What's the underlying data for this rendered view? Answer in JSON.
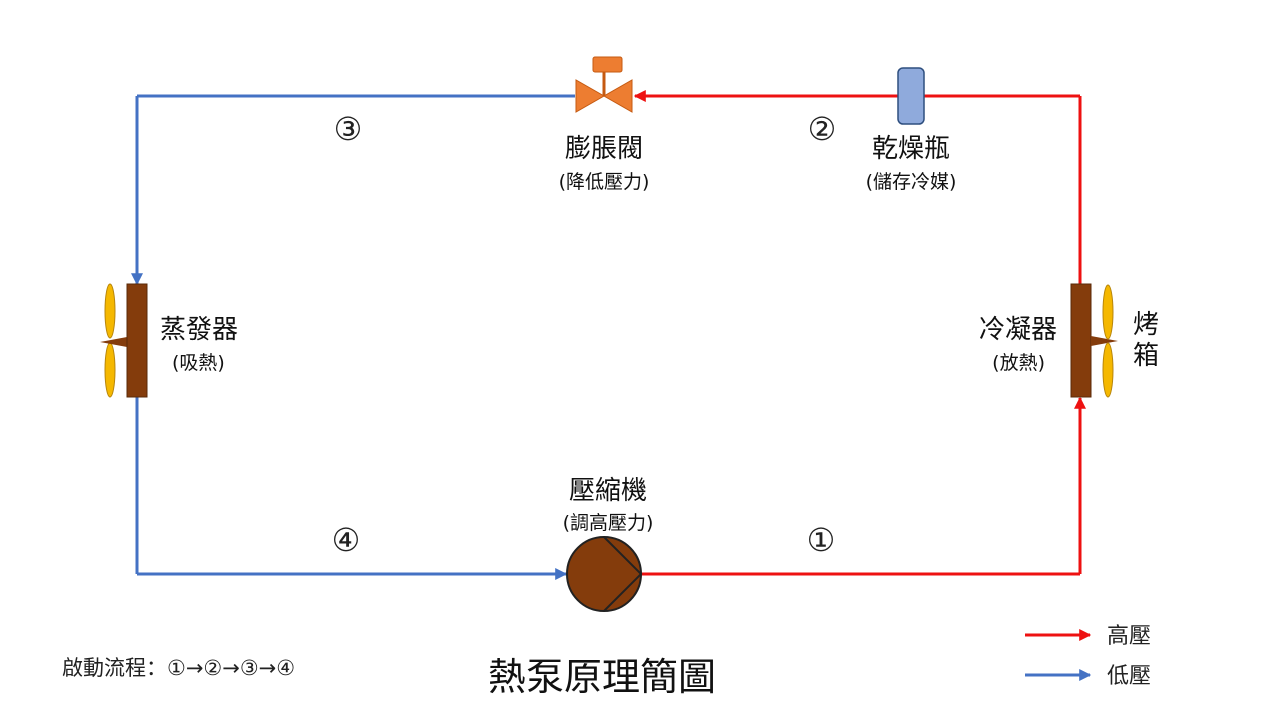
{
  "title": "熱泵原理簡圖",
  "startup_sequence": "啟動流程：①→②→③→④",
  "components": {
    "expansion_valve": {
      "name": "膨脹閥",
      "note": "(降低壓力)"
    },
    "dryer": {
      "name": "乾燥瓶",
      "note": "(儲存冷媒)"
    },
    "evaporator": {
      "name": "蒸發器",
      "note": "(吸熱)"
    },
    "condenser": {
      "name": "冷凝器",
      "note": "(放熱)"
    },
    "compressor": {
      "name": "壓縮機",
      "note": "(調高壓力)"
    },
    "oven": {
      "name_line1": "烤",
      "name_line2": "箱"
    }
  },
  "steps": {
    "s1": "①",
    "s2": "②",
    "s3": "③",
    "s4": "④"
  },
  "legend": {
    "high": "高壓",
    "low": "低壓"
  },
  "colors": {
    "high_pressure": "#ee1111",
    "low_pressure": "#4472c4",
    "component_brown": "#843c0c",
    "fan_yellow": "#f5b800",
    "valve_orange": "#ed7d31",
    "dryer_blue": "#8faadc"
  }
}
